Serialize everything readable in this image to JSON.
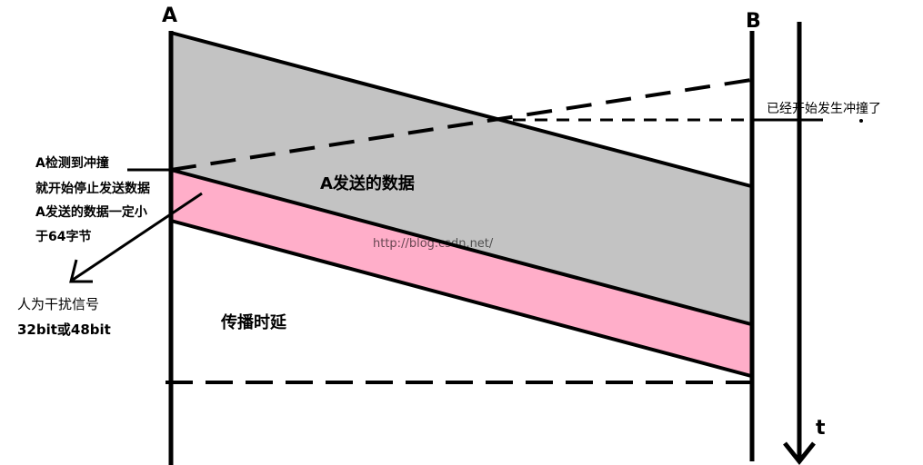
{
  "labels": {
    "station_a": "A",
    "station_b": "B",
    "time_axis": "t",
    "collision_started": "已经开始发生冲撞了",
    "a_detect_line1": "A检测到冲撞",
    "a_detect_line2": "就开始停止发送数据",
    "a_detect_line3": "A发送的数据一定小",
    "a_detect_line4": "于64字节",
    "a_data": "A发送的数据",
    "jam_line1": "人为干扰信号",
    "jam_line2": "32bit或48bit",
    "propagation_delay": "传播时延",
    "watermark": "http://blog.csdn.net/"
  },
  "colors": {
    "data_region": "#c3c3c3",
    "jam_region": "#ffaec9",
    "line": "#000000"
  }
}
